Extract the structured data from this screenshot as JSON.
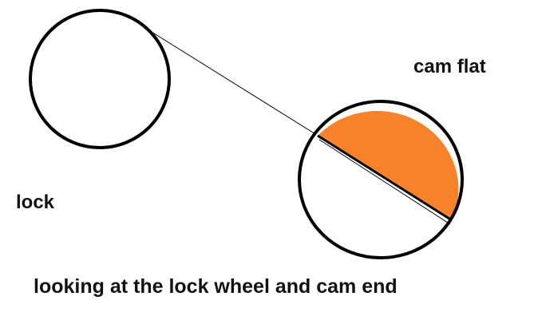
{
  "labels": {
    "cam_flat": "cam flat",
    "lock": "lock",
    "caption": "looking at the lock wheel and cam end"
  },
  "colors": {
    "outline": "#000000",
    "cam_fill": "#f8822a",
    "background": "#ffffff"
  }
}
